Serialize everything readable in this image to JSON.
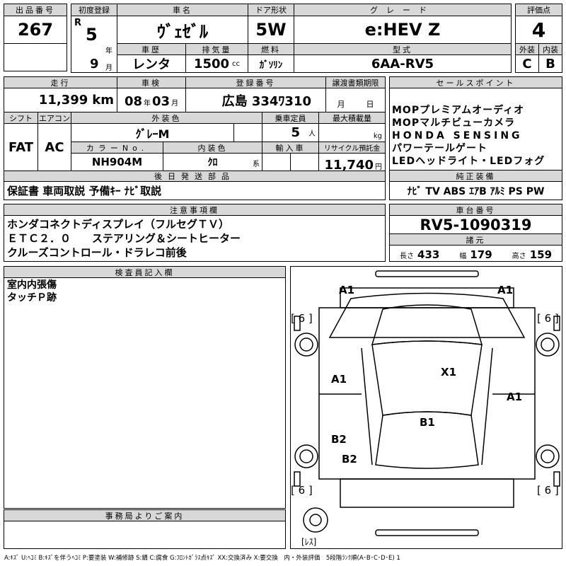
{
  "lot": {
    "label": "出品番号",
    "value": "267"
  },
  "reg": {
    "label": "初度登録",
    "era": "R",
    "year": "5",
    "year_unit": "年",
    "month": "9",
    "month_unit": "月"
  },
  "car_name": {
    "label": "車名",
    "value": "ｳﾞｪｾﾞﾙ"
  },
  "door": {
    "label": "ドア形状",
    "value": "5W"
  },
  "grade": {
    "label": "グレード",
    "value": "e:HEV Z"
  },
  "score": {
    "label": "評価点",
    "value": "4",
    "ext_label": "外装",
    "int_label": "内装",
    "ext": "C",
    "int": "B"
  },
  "history": {
    "label": "車歴",
    "value": "レンタ"
  },
  "displacement": {
    "label": "排気量",
    "value": "1500",
    "unit": "cc"
  },
  "fuel": {
    "label": "燃料",
    "value": "ｶﾞｿﾘﾝ"
  },
  "model": {
    "label": "型式",
    "value": "6AA-RV5"
  },
  "mileage": {
    "label": "走行",
    "value": "11,399",
    "unit": "km"
  },
  "inspection": {
    "label": "車検",
    "year": "08",
    "year_unit": "年",
    "month": "03",
    "month_unit": "月"
  },
  "plate": {
    "label": "登録番号",
    "value": "広島 334ﾜ310"
  },
  "transfer": {
    "label": "譲渡書類期限",
    "month_unit": "月",
    "day_unit": "日"
  },
  "shift": {
    "label": "シフト",
    "value": "FAT"
  },
  "ac": {
    "label": "エアコン",
    "value": "AC"
  },
  "ext_color": {
    "label": "外装色",
    "value": "ｸﾞﾚｰM"
  },
  "capacity": {
    "label": "乗車定員",
    "value": "5",
    "unit": "人"
  },
  "max_load": {
    "label": "最大積載量",
    "unit": "kg"
  },
  "color_no": {
    "label": "カラーNo.",
    "value": "NH904M"
  },
  "int_color": {
    "label": "内装色",
    "value": "ｸﾛ",
    "unit": "系"
  },
  "import": {
    "label": "輸入車"
  },
  "recycle": {
    "label": "リサイクル預託金",
    "value": "11,740",
    "unit": "円"
  },
  "later_parts": {
    "label": "後日発送部品",
    "value": "保証書 車両取説 予備ｷｰ ﾅﾋﾞ取説"
  },
  "sales_points": {
    "label": "セールスポイント",
    "items": [
      "MOPプレミアムオーディオ",
      "MOPマルチビューカメラ",
      "HONDA SENSING",
      "パワーテールゲート",
      "LEDヘッドライト・LEDフォグ"
    ]
  },
  "equipment": {
    "label": "純正装備",
    "value": "ﾅﾋﾞ TV ABS ｴｱB ｱﾙﾐ PS PW"
  },
  "notes": {
    "label": "注意事項欄",
    "lines": [
      "ホンダコネクトディスプレイ（フルセグＴＶ）",
      "ＥＴＣ２．０　　ステアリング＆シートヒーター",
      "クルーズコントロール・ドラレコ前後"
    ]
  },
  "chassis": {
    "label": "車台番号",
    "value": "RV5-1090319"
  },
  "specs": {
    "label": "諸元",
    "length_label": "長さ",
    "length": "433",
    "width_label": "幅",
    "width": "179",
    "height_label": "高さ",
    "height": "159"
  },
  "inspector": {
    "label": "検査員記入欄",
    "lines": [
      "室内内張傷",
      "タッチＰ跡"
    ]
  },
  "office": {
    "label": "事務局よりご案内"
  },
  "diagram": {
    "marks": {
      "a1_fl": "A1",
      "a1_fr": "A1",
      "x1": "X1",
      "a1_l": "A1",
      "a1_r": "A1",
      "b1": "B1",
      "b2_a": "B2",
      "b2_b": "B2",
      "t_fl": "[ 6 ]",
      "t_fr": "[ 6 ]",
      "t_rl": "[ 6 ]",
      "t_rr": "[ 6 ]",
      "spare": "[ﾚｽ]"
    }
  },
  "legend": "A:ｷｽﾞ U:ﾍｺﾐ B:ｷｽﾞを伴うﾍｺﾐ P:要塗装 W:補修跡 S:錆 C:腐食 G:ﾌﾛﾝﾄｶﾞﾗｽ点ｷｽﾞ XX:交換済み X:要交換　内・外装評価　5段階ﾗﾝｸ順(A･B･C･D･E) 1"
}
